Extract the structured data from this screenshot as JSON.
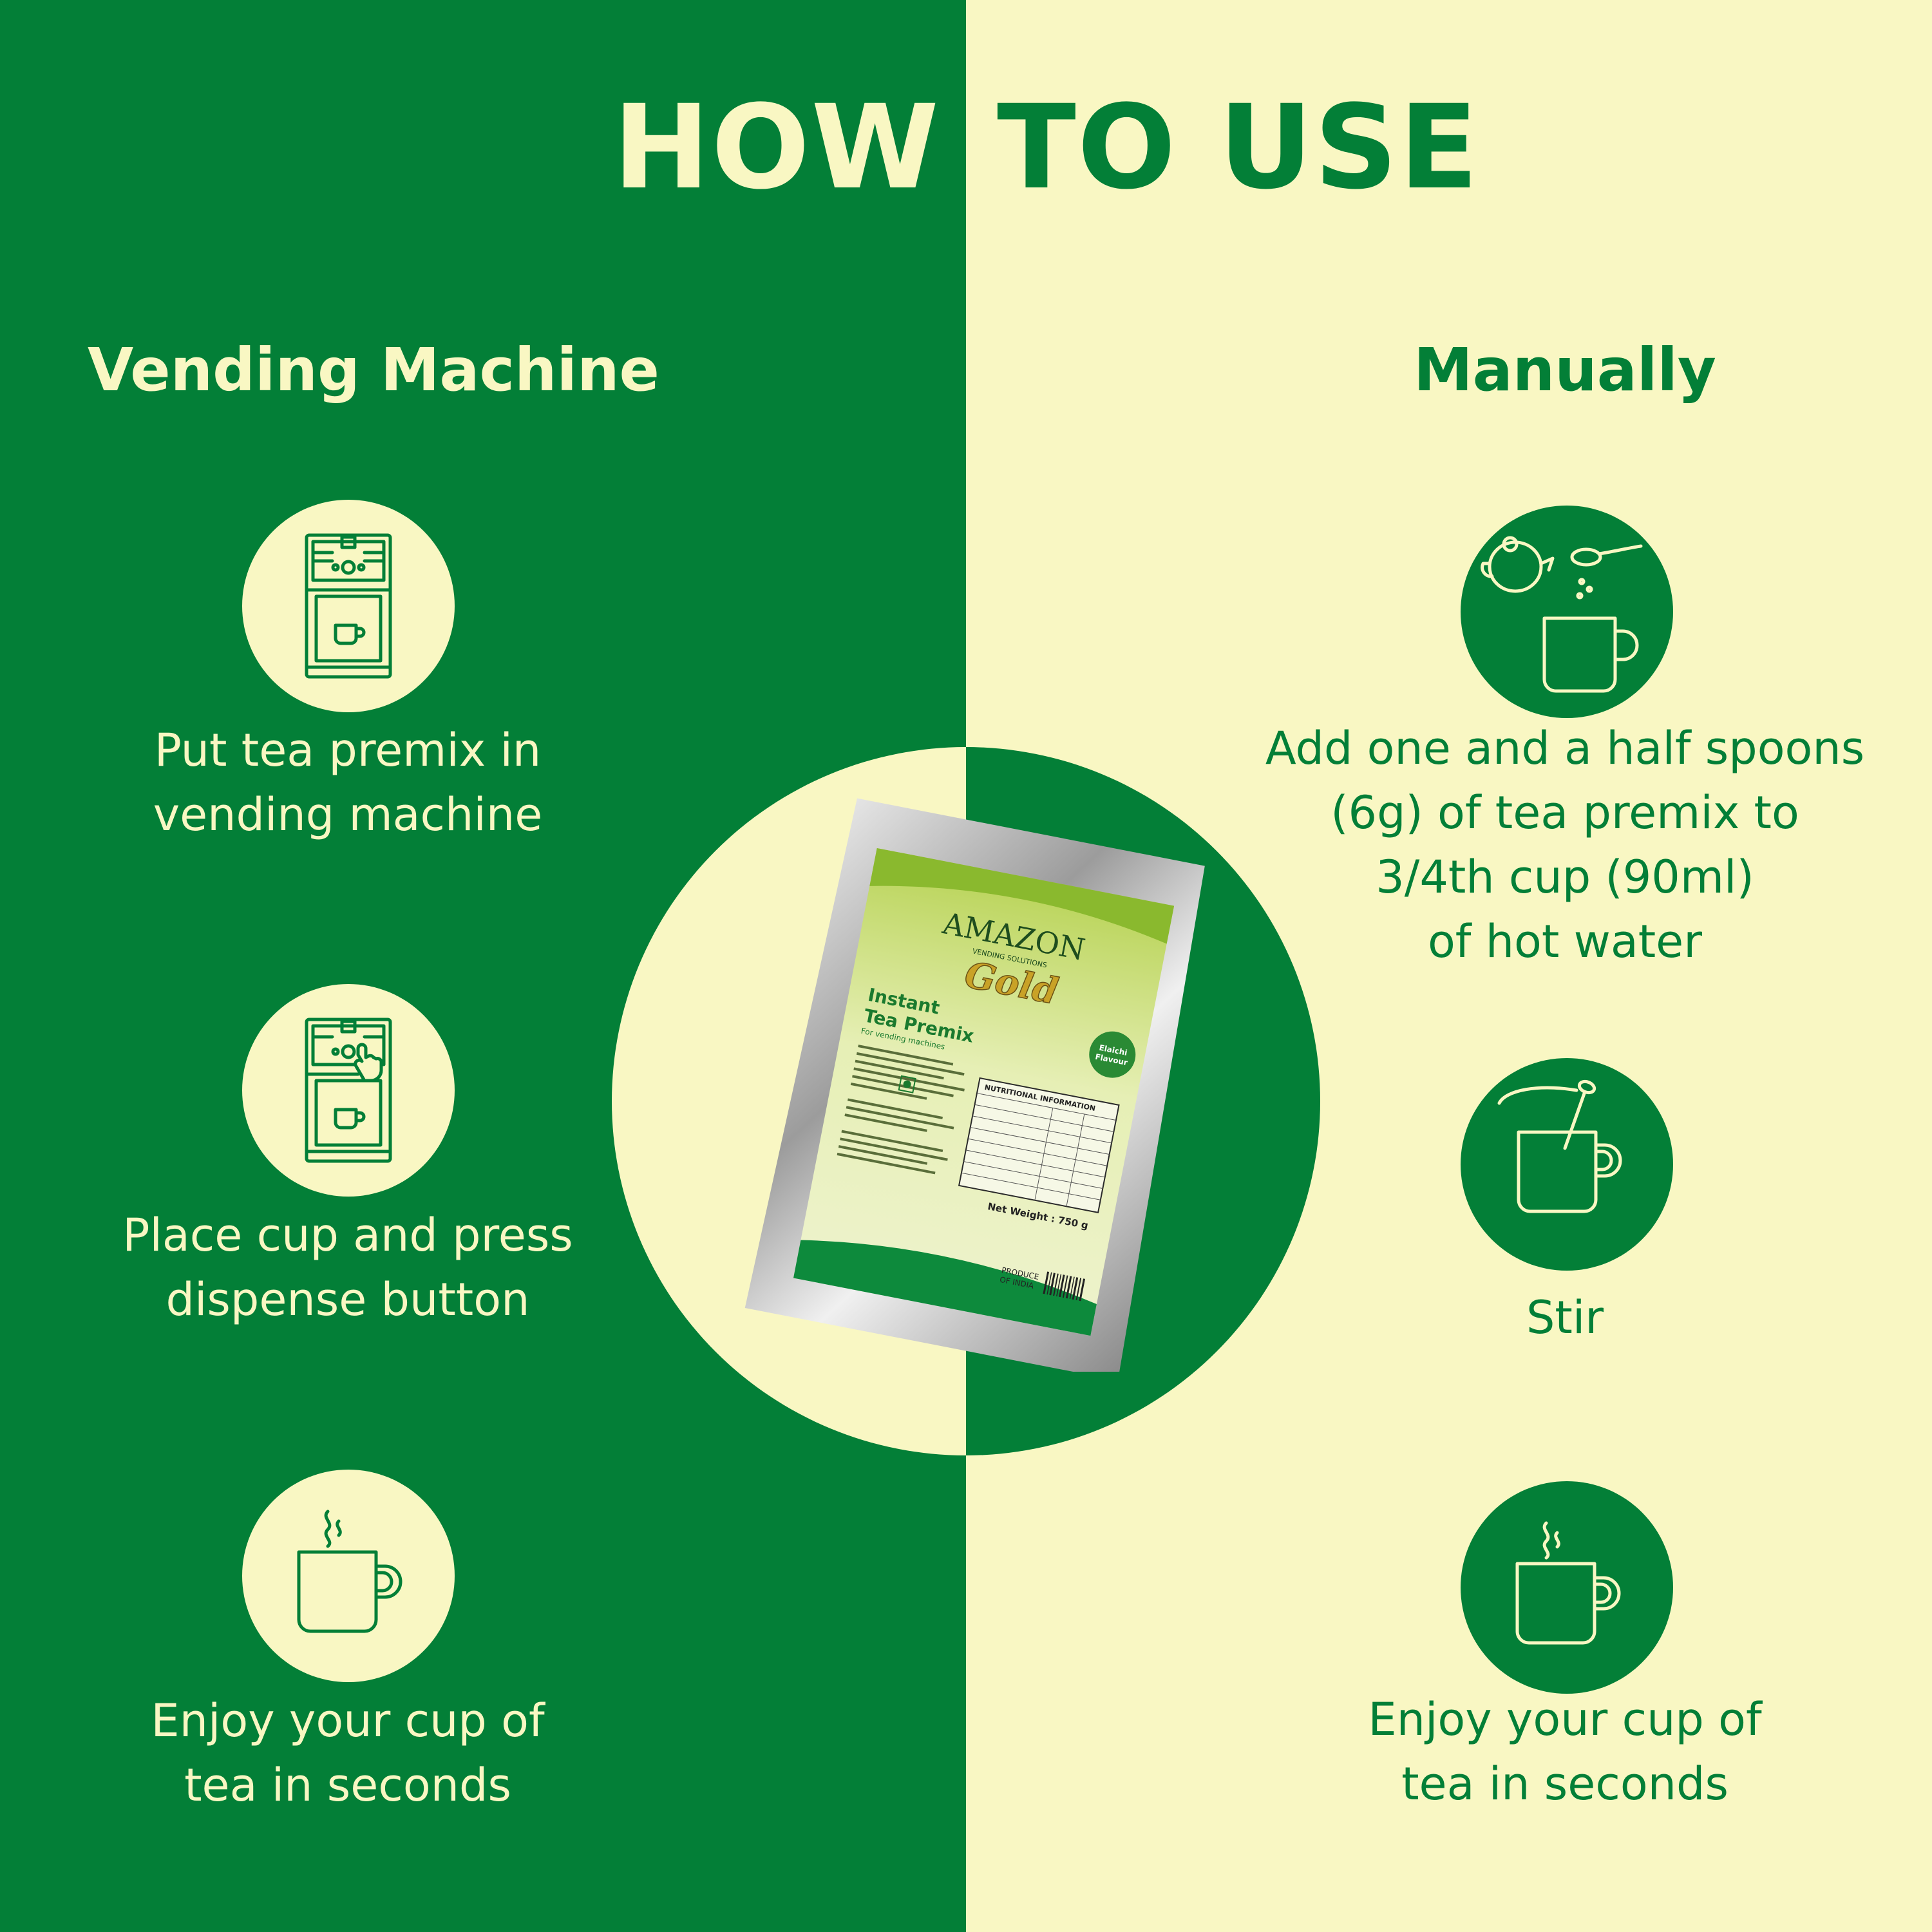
{
  "header": {
    "title_left": "HOW",
    "title_right": "TO USE"
  },
  "vending": {
    "heading": "Vending Machine",
    "steps": [
      {
        "icon": "vending-machine-icon",
        "text_1": "Put tea premix in",
        "text_2": "vending machine"
      },
      {
        "icon": "vending-press-button-icon",
        "text_1": "Place cup and press",
        "text_2": "dispense button"
      },
      {
        "icon": "hot-tea-cup-icon",
        "text_1": "Enjoy your cup of",
        "text_2": "tea in seconds"
      }
    ]
  },
  "manual": {
    "heading": "Manually",
    "steps": [
      {
        "icon": "kettle-spoon-cup-icon",
        "text_1": "Add one and a half spoons",
        "text_2": "(6g) of tea premix to",
        "text_3": "3/4th cup (90ml)",
        "text_4": "of hot water"
      },
      {
        "icon": "stir-cup-icon",
        "text_1": "Stir"
      },
      {
        "icon": "hot-tea-cup-icon",
        "text_1": "Enjoy your cup of",
        "text_2": "tea in seconds"
      }
    ]
  },
  "product": {
    "brand": "AMAZON",
    "brand_tagline": "VENDING SOLUTIONS",
    "sub_brand": "Gold",
    "name_1": "Instant",
    "name_2": "Tea Premix",
    "subtitle": "For vending machines",
    "flavour_1": "Elaichi",
    "flavour_2": "Flavour",
    "nutrition_heading": "NUTRITIONAL INFORMATION",
    "net_weight": "Net Weight : 750 g",
    "origin_1": "PRODUCE",
    "origin_2": "OF INDIA"
  },
  "colors": {
    "green": "#037f37",
    "cream": "#f9f7c3",
    "pack_label": "#d6e69a",
    "pack_foil": "#c9c9c9"
  }
}
